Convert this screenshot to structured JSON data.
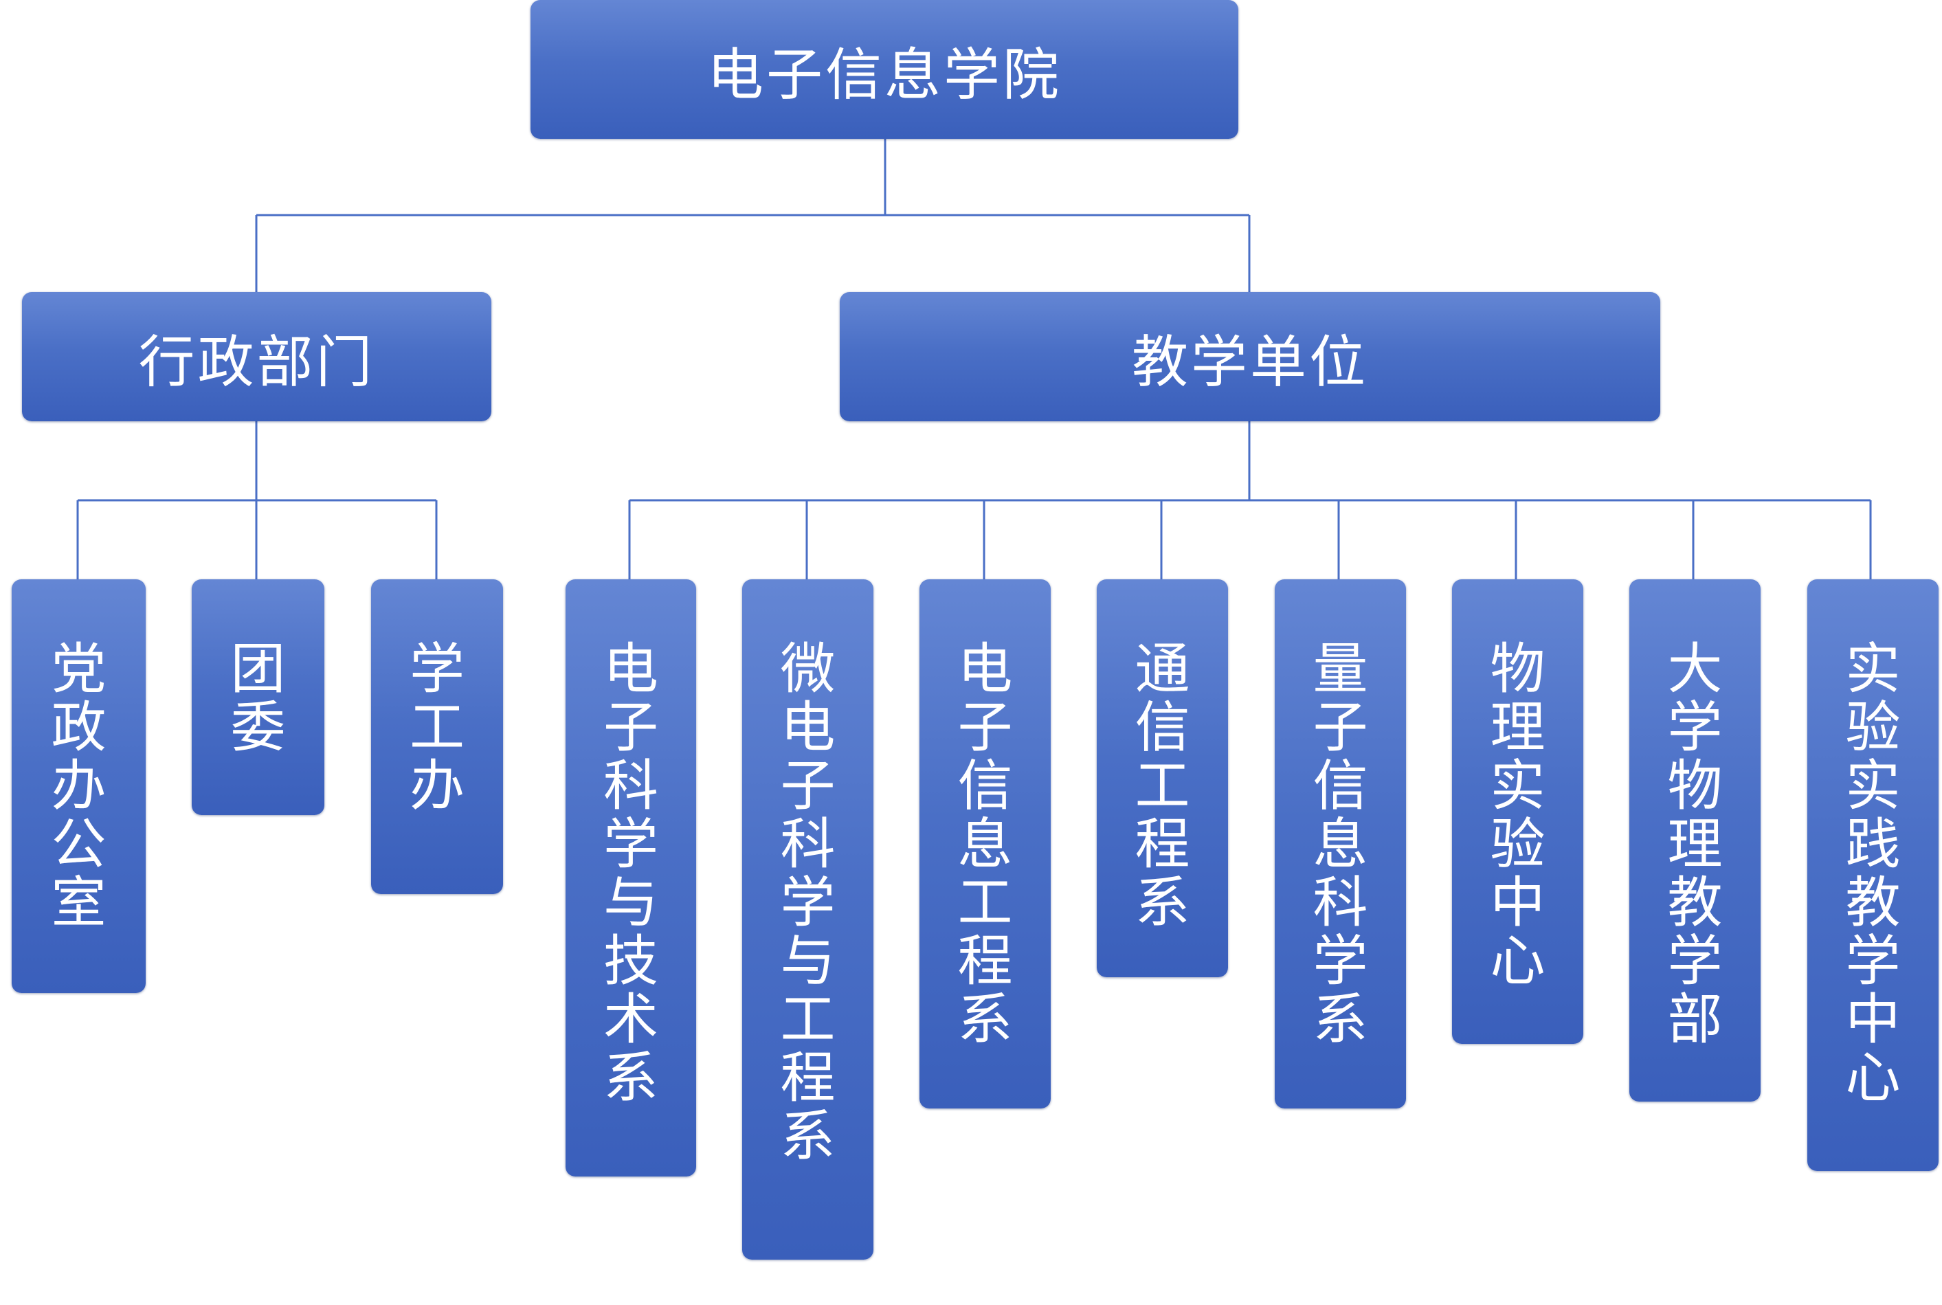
{
  "root": {
    "label": "电子信息学院"
  },
  "admin": {
    "label": "行政部门",
    "children": [
      "党政办公室",
      "团委",
      "学工办"
    ]
  },
  "teaching": {
    "label": "教学单位",
    "children": [
      "电子科学与技术系",
      "微电子科学与工程系",
      "电子信息工程系",
      "通信工程系",
      "量子信息科学系",
      "物理实验中心",
      "大学物理教学部",
      "实验实践教学中心"
    ]
  },
  "colors": {
    "box_top": "#6486d4",
    "box_bottom": "#3a5fbb",
    "line": "#4a6fc6",
    "text": "#ffffff"
  }
}
